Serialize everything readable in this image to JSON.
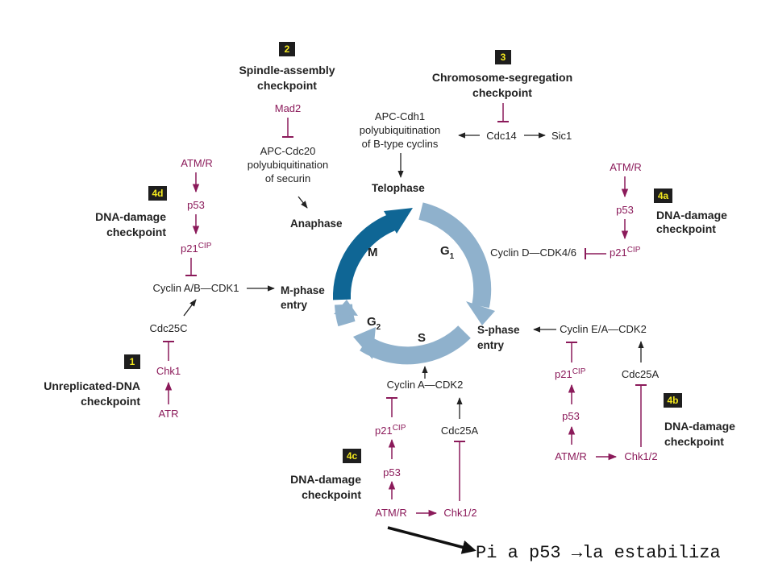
{
  "colors": {
    "accent_dark": "#0f6695",
    "accent_light": "#8fb1cc",
    "inhibitor": "#8b1a5a",
    "badge": "#f3e81e"
  },
  "cycle": {
    "M": "M",
    "G1": "G",
    "G1_sub": "1",
    "S": "S",
    "G2": "G",
    "G2_sub": "2"
  },
  "checkpoint2": {
    "badge": "2",
    "title1": "Spindle-assembly",
    "title2": "checkpoint",
    "mad2": "Mad2",
    "apc1": "APC-Cdc20",
    "apc2": "polyubiquitination",
    "apc3": "of securin",
    "anaphase": "Anaphase"
  },
  "checkpoint3": {
    "badge": "3",
    "title1": "Chromosome-segregation",
    "title2": "checkpoint",
    "apc1": "APC-Cdh1",
    "apc2": "polyubiquitination",
    "apc3": "of B-type cyclins",
    "cdc14": "Cdc14",
    "sic1": "Sic1",
    "telophase": "Telophase"
  },
  "checkpoint4d": {
    "badge": "4d",
    "title1": "DNA-damage",
    "title2": "checkpoint",
    "atm": "ATM/R",
    "p53": "p53",
    "p21": "p21",
    "p21_sup": "CIP",
    "cyclin": "Cyclin A/B—CDK1",
    "mphase1": "M-phase",
    "mphase2": "entry"
  },
  "checkpoint1": {
    "badge": "1",
    "title1": "Unreplicated-DNA",
    "title2": "checkpoint",
    "cdc25c": "Cdc25C",
    "chk1": "Chk1",
    "atr": "ATR"
  },
  "checkpoint4a": {
    "badge": "4a",
    "title1": "DNA-damage",
    "title2": "checkpoint",
    "atm": "ATM/R",
    "p53": "p53",
    "p21": "p21",
    "p21_sup": "CIP",
    "cyclin": "Cyclin D—CDK4/6"
  },
  "checkpoint4b": {
    "badge": "4b",
    "title1": "DNA-damage",
    "title2": "checkpoint",
    "cyclin": "Cyclin E/A—CDK2",
    "sphase1": "S-phase",
    "sphase2": "entry",
    "p21": "p21",
    "p21_sup": "CIP",
    "p53": "p53",
    "atm": "ATM/R",
    "cdc25a": "Cdc25A",
    "chk": "Chk1/2"
  },
  "checkpoint4c": {
    "badge": "4c",
    "title1": "DNA-damage",
    "title2": "checkpoint",
    "cyclin": "Cyclin A—CDK2",
    "p21": "p21",
    "p21_sup": "CIP",
    "p53": "p53",
    "atm": "ATM/R",
    "cdc25a": "Cdc25A",
    "chk": "Chk1/2"
  },
  "caption": {
    "text": "Pi a p53 →la estabiliza"
  }
}
